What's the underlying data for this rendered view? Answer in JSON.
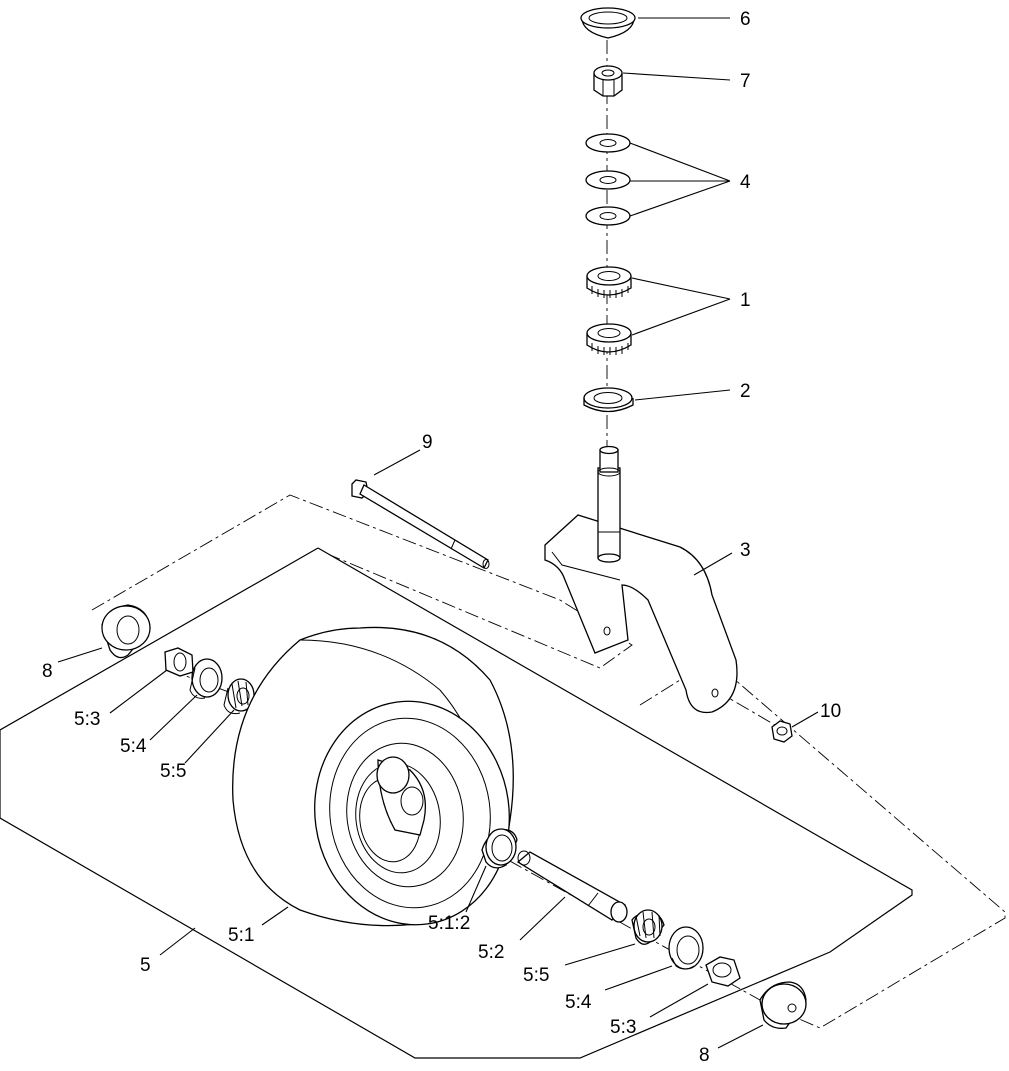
{
  "callouts": [
    {
      "id": "6",
      "text": "6"
    },
    {
      "id": "7",
      "text": "7"
    },
    {
      "id": "4",
      "text": "4"
    },
    {
      "id": "1",
      "text": "1"
    },
    {
      "id": "2",
      "text": "2"
    },
    {
      "id": "9",
      "text": "9"
    },
    {
      "id": "3",
      "text": "3"
    },
    {
      "id": "10",
      "text": "10"
    },
    {
      "id": "8-left",
      "text": "8"
    },
    {
      "id": "5:3-left",
      "text": "5:3"
    },
    {
      "id": "5:4-left",
      "text": "5:4"
    },
    {
      "id": "5:5-left",
      "text": "5:5"
    },
    {
      "id": "5:1",
      "text": "5:1"
    },
    {
      "id": "5:1:2",
      "text": "5:1:2"
    },
    {
      "id": "5:2",
      "text": "5:2"
    },
    {
      "id": "5",
      "text": "5"
    },
    {
      "id": "5:5-right",
      "text": "5:5"
    },
    {
      "id": "5:4-right",
      "text": "5:4"
    },
    {
      "id": "5:3-right",
      "text": "5:3"
    },
    {
      "id": "8-right",
      "text": "8"
    }
  ]
}
